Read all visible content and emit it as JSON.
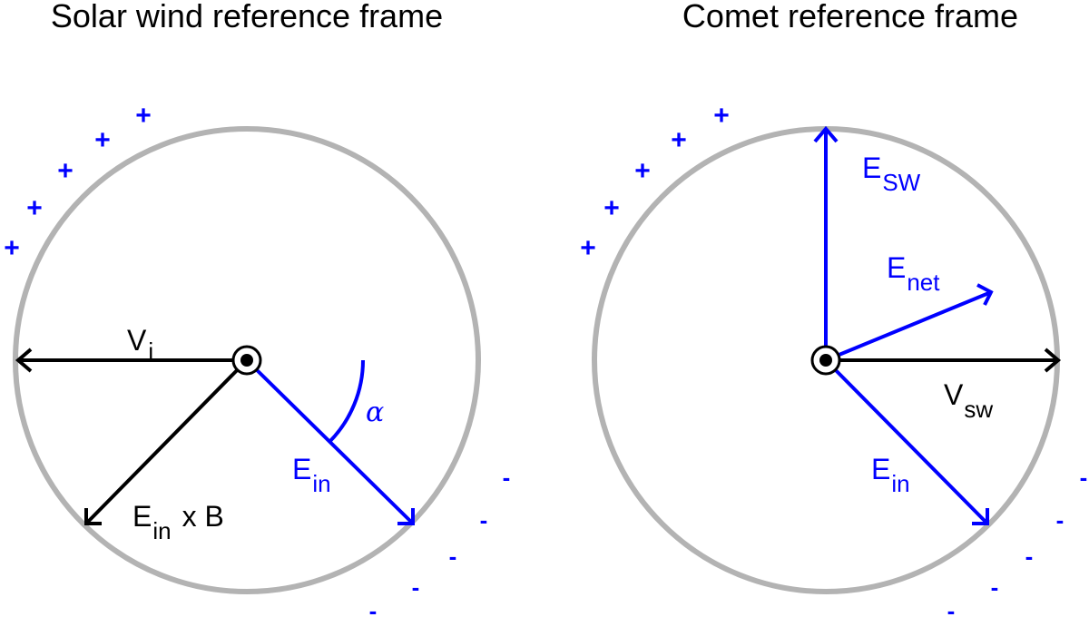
{
  "colors": {
    "blue": "#0000ff",
    "black": "#000000",
    "circle": "#b3b3b3"
  },
  "left_panel": {
    "title": "Solar wind reference frame",
    "vi_label": {
      "main": "V",
      "sub": "i"
    },
    "e_in_label": {
      "main": "E",
      "sub": "in"
    },
    "e_in_x_b_label": {
      "main": "E",
      "sub": "in",
      "suffix": "x B"
    },
    "alpha_label": "α",
    "center_icon": "circled-dot-icon"
  },
  "right_panel": {
    "title": "Comet reference frame",
    "e_sw_label": {
      "main": "E",
      "sub": "SW"
    },
    "e_net_label": {
      "main": "E",
      "sub": "net"
    },
    "v_sw_label": {
      "main": "V",
      "sub": "sw"
    },
    "e_in_label": {
      "main": "E",
      "sub": "in"
    },
    "center_icon": "circled-dot-icon"
  },
  "charges": {
    "plus": "+",
    "minus": "-"
  }
}
